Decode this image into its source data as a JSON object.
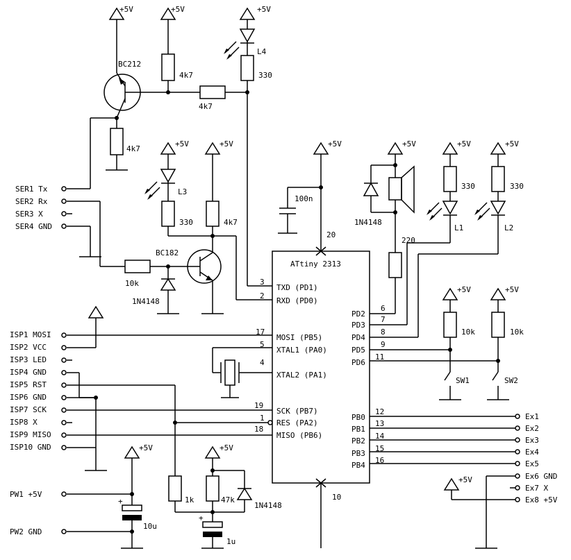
{
  "supply_label": "+5V",
  "mcu": {
    "name": "ATtiny 2313",
    "pins": [
      {
        "num": "3",
        "label": "TXD (PD1)"
      },
      {
        "num": "2",
        "label": "RXD (PD0)"
      },
      {
        "num": "17",
        "label": "MOSI (PB5)"
      },
      {
        "num": "5",
        "label": "XTAL1 (PA0)"
      },
      {
        "num": "4",
        "label": "XTAL2 (PA1)"
      },
      {
        "num": "19",
        "label": "SCK (PB7)"
      },
      {
        "num": "1",
        "label": "RES (PA2)"
      },
      {
        "num": "18",
        "label": "MISO (PB6)"
      },
      {
        "num": "6",
        "label": "PD2"
      },
      {
        "num": "7",
        "label": "PD3"
      },
      {
        "num": "8",
        "label": "PD4"
      },
      {
        "num": "9",
        "label": "PD5"
      },
      {
        "num": "11",
        "label": "PD6"
      },
      {
        "num": "12",
        "label": "PB0"
      },
      {
        "num": "13",
        "label": "PB1"
      },
      {
        "num": "14",
        "label": "PB2"
      },
      {
        "num": "15",
        "label": "PB3"
      },
      {
        "num": "16",
        "label": "PB4"
      },
      {
        "num": "20",
        "label": ""
      },
      {
        "num": "10",
        "label": ""
      }
    ]
  },
  "components": {
    "q1": "BC212",
    "q2": "BC182",
    "r1": "4k7",
    "r2": "4k7",
    "r3": "330",
    "r4": "4k7",
    "r5": "330",
    "r6": "4k7",
    "r7": "10k",
    "r8": "220",
    "r9": "330",
    "r10": "330",
    "r11": "10k",
    "r12": "10k",
    "r13": "1k",
    "r14": "47k",
    "c1": "100n",
    "c2": "10u",
    "c3": "1u",
    "d1": "1N4148",
    "d2": "1N4148",
    "d3": "1N4148",
    "led_l1": "L1",
    "led_l2": "L2",
    "led_l3": "L3",
    "led_l4": "L4",
    "sw1": "SW1",
    "sw2": "SW2"
  },
  "connectors": {
    "ser": [
      "SER1 Tx",
      "SER2 Rx",
      "SER3 X",
      "SER4 GND"
    ],
    "isp": [
      "ISP1 MOSI",
      "ISP2 VCC",
      "ISP3 LED",
      "ISP4 GND",
      "ISP5 RST",
      "ISP6 GND",
      "ISP7 SCK",
      "ISP8 X",
      "ISP9 MISO",
      "ISP10 GND"
    ],
    "pw": [
      "PW1 +5V",
      "PW2 GND"
    ],
    "ex": [
      "Ex1",
      "Ex2",
      "Ex3",
      "Ex4",
      "Ex5",
      "Ex6 GND",
      "Ex7 X",
      "Ex8 +5V"
    ]
  }
}
